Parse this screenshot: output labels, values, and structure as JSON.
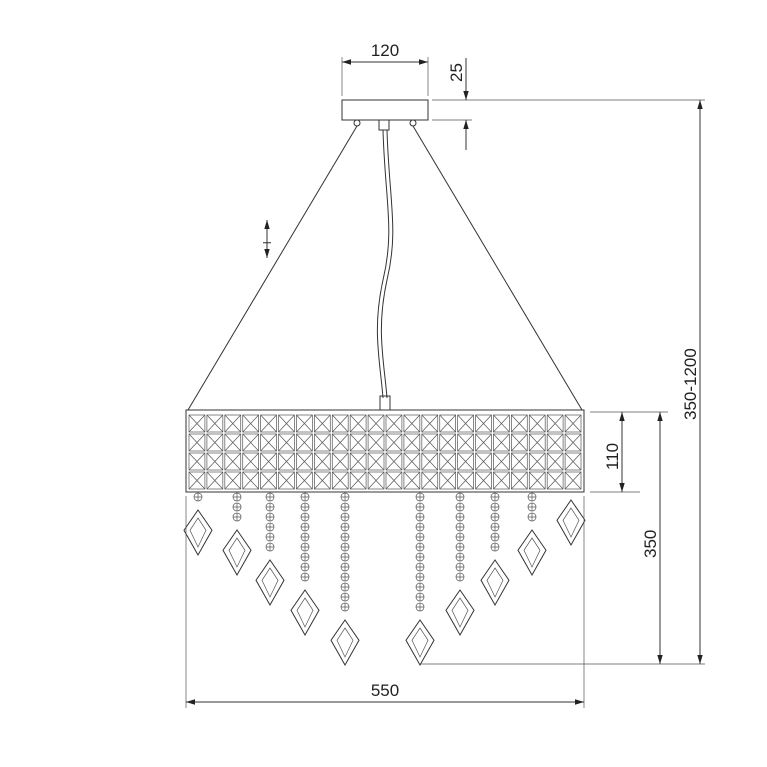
{
  "dimensions": {
    "canopy_width": "120",
    "canopy_height": "25",
    "shade_height": "110",
    "body_height": "350",
    "total_height": "350-1200",
    "diameter": "550",
    "adjustable_length_symbol": "l"
  },
  "drawing": {
    "crystal_rows": 4,
    "crystal_columns": 22,
    "pendant_count": 10
  }
}
